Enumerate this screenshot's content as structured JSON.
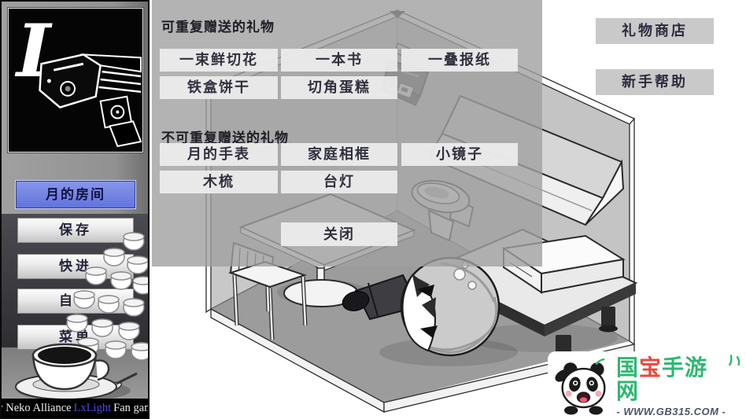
{
  "sidebar": {
    "logo_letter": "L",
    "room_button": "月的房间",
    "buttons": [
      "保存",
      "快进",
      "自动",
      "菜单"
    ],
    "credit": {
      "prefix": "by Neko Alliance",
      "highlight": "LxLight",
      "suffix": "Fan game"
    }
  },
  "gift_panel": {
    "repeatable_heading": "可重复赠送的礼物",
    "repeatable_gifts": [
      "一束鲜切花",
      "一本书",
      "一叠报纸",
      "铁盒饼干",
      "切角蛋糕"
    ],
    "unique_heading": "不可重复赠送的礼物",
    "unique_gifts": [
      "月的手表",
      "家庭相框",
      "小镜子",
      "木梳",
      "台灯"
    ],
    "close_label": "关闭"
  },
  "top_buttons": {
    "gift_shop": "礼物商店",
    "help": "新手帮助"
  },
  "watermark": {
    "name_char1": "国",
    "name_char2": "宝",
    "name_rest": "手游网",
    "url": "- WWW.GB315.COM -"
  },
  "colors": {
    "accent_blue": "#6e7fe0",
    "credit_link_blue": "#4b4bdc",
    "panda_green": "#2eb872",
    "panda_red": "#e8493e",
    "overlay_gray": "#a0a0a0"
  }
}
